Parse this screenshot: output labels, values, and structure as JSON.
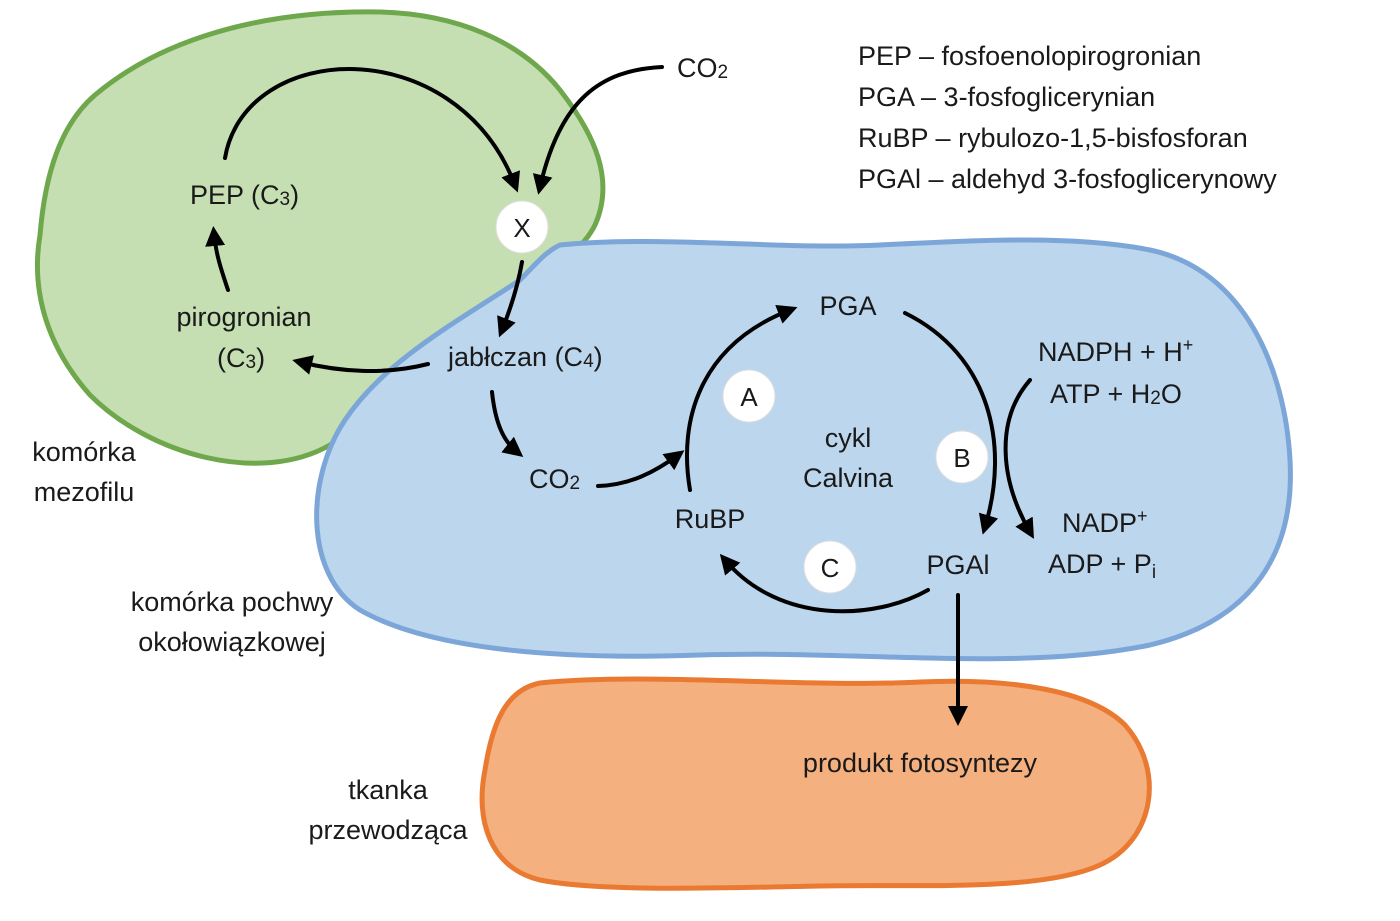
{
  "colors": {
    "mesophyll_fill": "#c5dfb3",
    "mesophyll_stroke": "#6fa84c",
    "bundle_fill": "#bcd6ee",
    "bundle_stroke": "#7da6d8",
    "vascular_fill": "#f4b07f",
    "vascular_stroke": "#ea7a32"
  },
  "legend": [
    "PEP – fosfoenolopirogronian",
    "PGA – 3-fosfoglicerynian",
    "RuBP – rybulozo-1,5-bisfosforan",
    "PGAl – aldehyd 3-fosfoglicerynowy"
  ],
  "cells": {
    "mesophyll": [
      "komórka",
      "mezofilu"
    ],
    "bundle_sheath": [
      "komórka pochwy",
      "okołowiązkowej"
    ],
    "vascular": [
      "tkanka",
      "przewodząca"
    ]
  },
  "mesophyll": {
    "co2": {
      "main": "CO",
      "sub": "2"
    },
    "pep": {
      "main": "PEP (C",
      "sub": "3",
      "end": ")"
    },
    "pyruvate_line1": "pirogronian",
    "pyruvate_line2": {
      "main": "(C",
      "sub": "3",
      "end": ")"
    },
    "malate": {
      "main": "jabłczan (C",
      "sub": "4",
      "end": ")"
    },
    "x_label": "X"
  },
  "calvin": {
    "co2": {
      "main": "CO",
      "sub": "2"
    },
    "pga": "PGA",
    "rubp": "RuBP",
    "pgal": "PGAl",
    "center": [
      "cykl",
      "Calvina"
    ],
    "step_a": "A",
    "step_b": "B",
    "step_c": "C",
    "inputs_line1": {
      "main": "NADPH + H",
      "sup": "+"
    },
    "inputs_line2": {
      "main": "ATP + H",
      "sub": "2",
      "end": "O"
    },
    "outputs_line1": {
      "main": "NADP",
      "sup": "+"
    },
    "outputs_line2": {
      "main": "ADP + P",
      "sub": "i"
    }
  },
  "product": "produkt fotosyntezy"
}
